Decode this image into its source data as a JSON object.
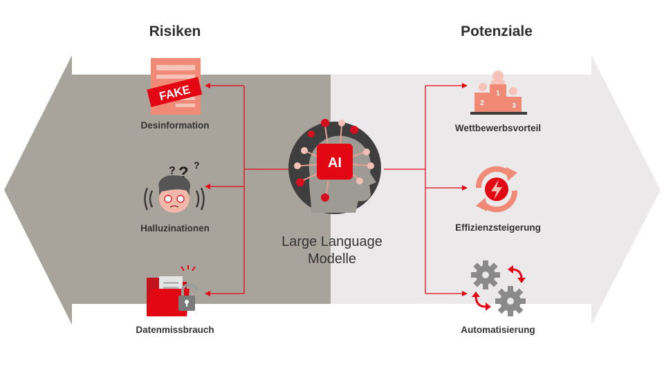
{
  "headings": {
    "left": "Risiken",
    "right": "Potenziale"
  },
  "center": {
    "line1": "Large Language",
    "line2": "Modelle",
    "chip_text": "AI"
  },
  "risks": [
    {
      "label": "Desinformation",
      "icon": "fake-news-icon",
      "badge": "FAKE"
    },
    {
      "label": "Halluzinationen",
      "icon": "confused-person-icon"
    },
    {
      "label": "Datenmissbrauch",
      "icon": "locked-folder-icon"
    }
  ],
  "potentials": [
    {
      "label": "Wettbewerbsvorteil",
      "icon": "podium-icon",
      "places": [
        "1",
        "2",
        "3"
      ]
    },
    {
      "label": "Effizienzsteigerung",
      "icon": "energy-cycle-icon"
    },
    {
      "label": "Automatisierung",
      "icon": "gears-icon"
    }
  ],
  "colors": {
    "accent_red": "#e30613",
    "salmon": "#f08a76",
    "dark_gray_panel": "#a8a49c",
    "light_gray_panel": "#ebe9e9",
    "arrow_tip_light": "#f0eeee"
  }
}
